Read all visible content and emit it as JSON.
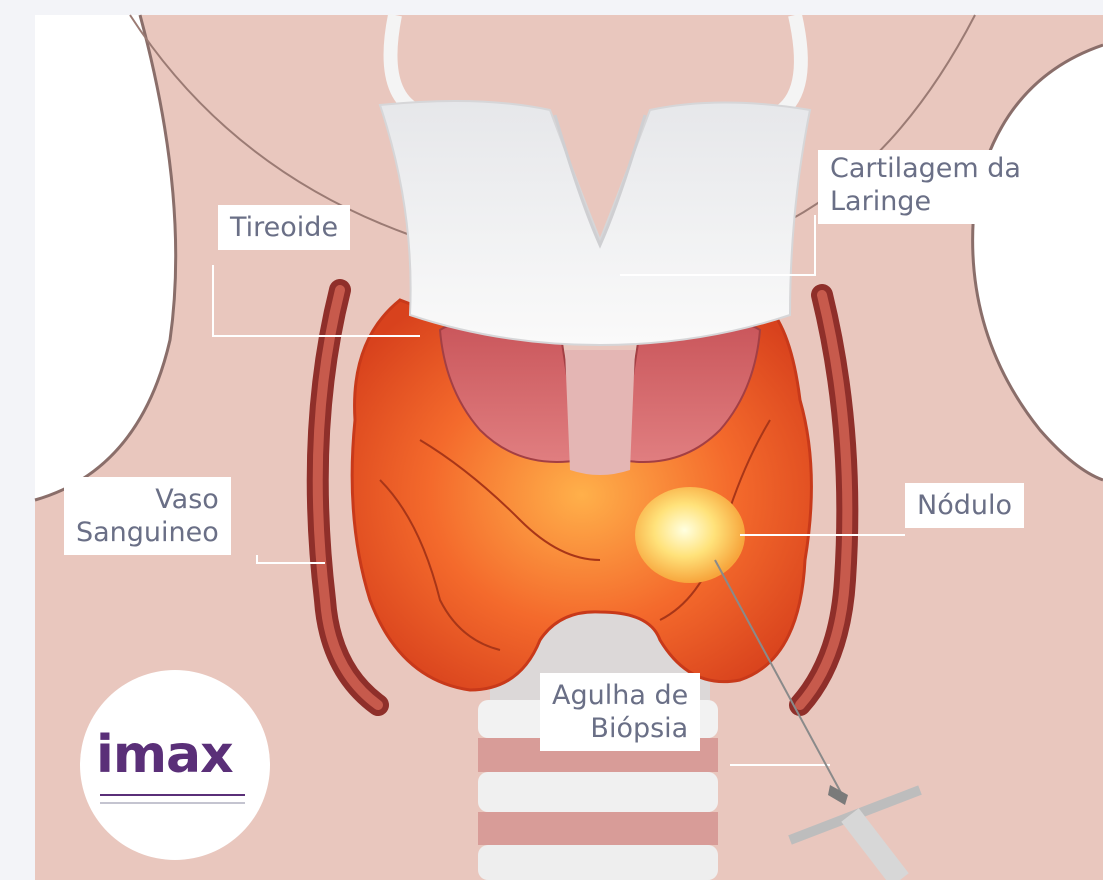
{
  "labels": {
    "tireoide": "Tireoide",
    "cartilagem": "Cartilagem da\nLaringe",
    "vaso": "Vaso\nSanguineo",
    "nodulo": "Nódulo",
    "agulha": "Agulha de\nBiópsia"
  },
  "logo": {
    "text": "imax"
  },
  "colors": {
    "skin": "#e8c6bd",
    "thyroid": "#f0582a",
    "cartilage": "#f2f2f2",
    "vessel": "#b5473e",
    "nodule": "#fff2a0",
    "logo": "#5a2f78"
  }
}
